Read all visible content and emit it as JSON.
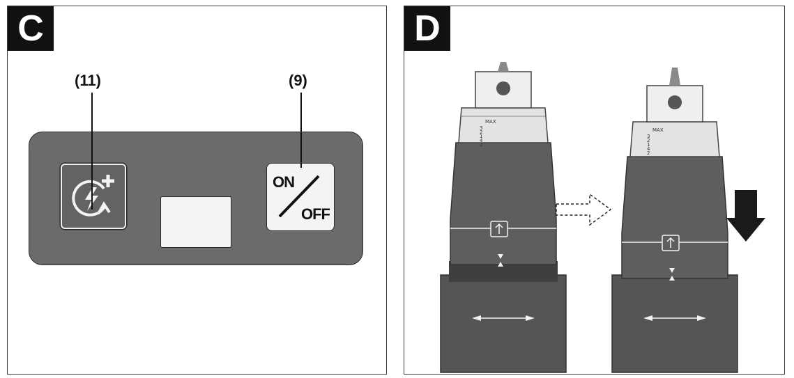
{
  "panels": [
    {
      "letter": "C",
      "callouts": [
        {
          "label": "(11)"
        },
        {
          "label": "(9)"
        }
      ]
    },
    {
      "letter": "D"
    }
  ],
  "on_off_key": {
    "on_text": "ON",
    "off_text": "OFF"
  },
  "torque_scale": {
    "max_label": "MAX",
    "numbers": [
      "3",
      "2",
      "1",
      "4",
      "2"
    ]
  },
  "colors": {
    "housing": "#5e5e5e",
    "console": "#6b6b6b",
    "collar": "#e6e6e6",
    "arrow": "#1a1a1a"
  },
  "icons": [
    "power-boost-icon",
    "on-off-icon",
    "bit-lock-icon",
    "chuck-release-icon",
    "direction-arrow-icon"
  ]
}
